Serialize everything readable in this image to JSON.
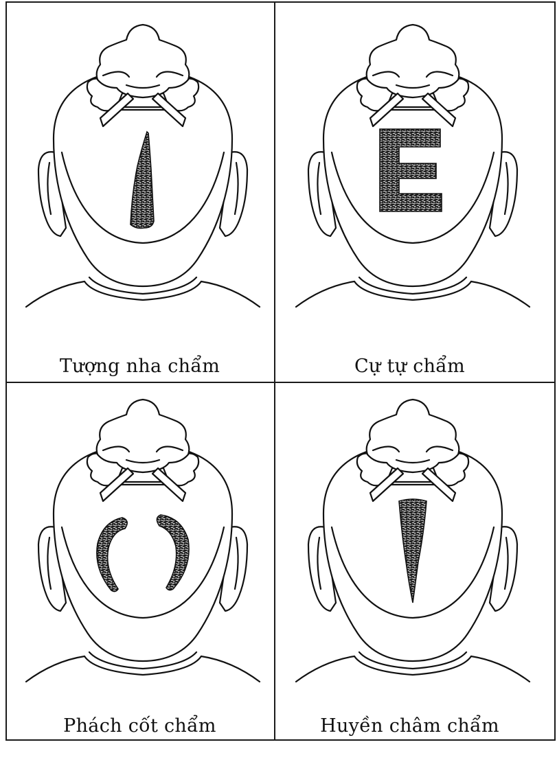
{
  "panels": [
    {
      "caption": "Tượng nha chẩm",
      "pattern": "tusk"
    },
    {
      "caption": "Cự tự chẩm",
      "pattern": "letter-e"
    },
    {
      "caption": "Phách cốt chẩm",
      "pattern": "twin-crescents"
    },
    {
      "caption": "Huyền châm chẩm",
      "pattern": "hanging-needle"
    }
  ],
  "colors": {
    "line": "#111111",
    "fill": "#ffffff",
    "texture": "#1a1a1a"
  }
}
